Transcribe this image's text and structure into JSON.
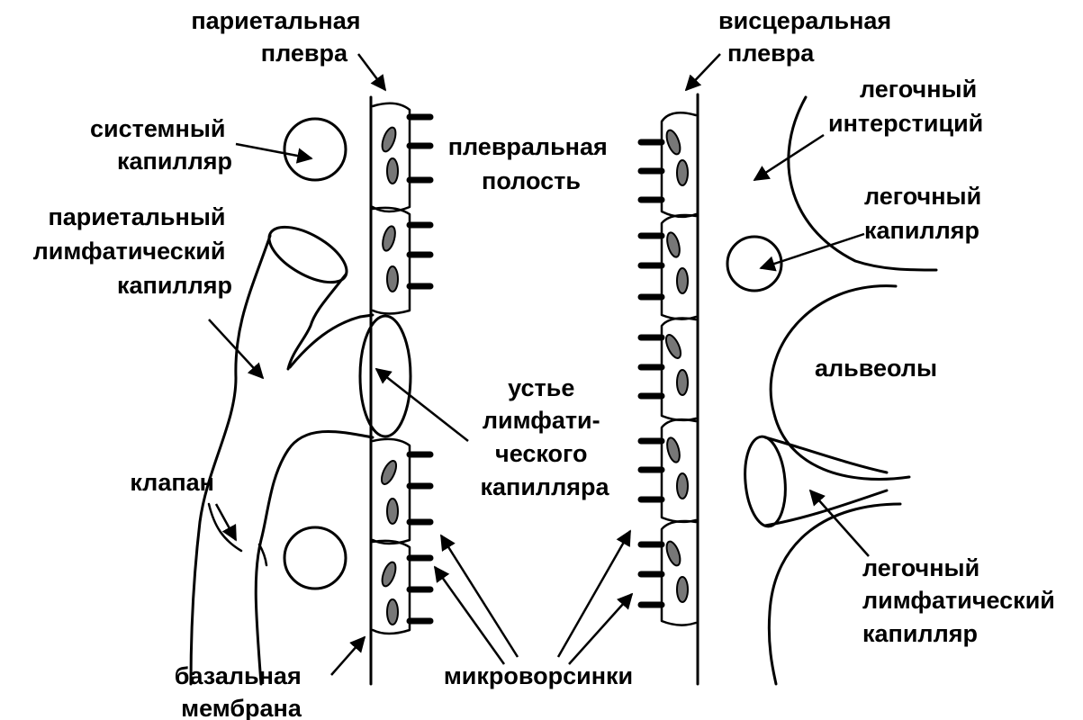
{
  "labels": {
    "parietal_pleura": [
      "париетальная",
      "плевра"
    ],
    "visceral_pleura": [
      "висцеральная",
      "плевра"
    ],
    "systemic_capillary": [
      "системный",
      "капилляр"
    ],
    "pleural_cavity": [
      "плевральная",
      "полость"
    ],
    "pulmonary_interstitium": [
      "легочный",
      "интерстиций"
    ],
    "pulmonary_capillary": [
      "легочный",
      "капилляр"
    ],
    "parietal_lymphatic_capillary": [
      "париетальный",
      "лимфатический",
      "капилляр"
    ],
    "alveoli": [
      "альвеолы"
    ],
    "lymphatic_orifice": [
      "устье",
      "лимфати-",
      "ческого",
      "капилляра"
    ],
    "valve": [
      "клапан"
    ],
    "pulmonary_lymphatic_capillary": [
      "легочный",
      "лимфатический",
      "капилляр"
    ],
    "basal_membrane": [
      "базальная",
      "мембрана"
    ],
    "microvilli": [
      "микроворсинки"
    ]
  }
}
